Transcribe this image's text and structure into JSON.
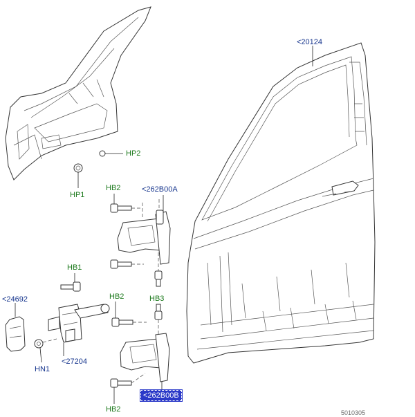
{
  "labels": {
    "hp2": "HP2",
    "hp1": "HP1",
    "hb2_top": "HB2",
    "hinge_upper": "<262B00A",
    "hb1": "HB1",
    "num_24692": "<24692",
    "hb2_mid": "HB2",
    "hb3": "HB3",
    "num_27204": "<27204",
    "hn1": "HN1",
    "hb2_bottom": "HB2",
    "hinge_lower": "<262B00B",
    "num_20124": "<20124",
    "drawing_ref": "5010305"
  },
  "colors": {
    "part_code": "#1d7a1d",
    "part_number": "#14338c",
    "selected_bg": "#2b39c8"
  }
}
